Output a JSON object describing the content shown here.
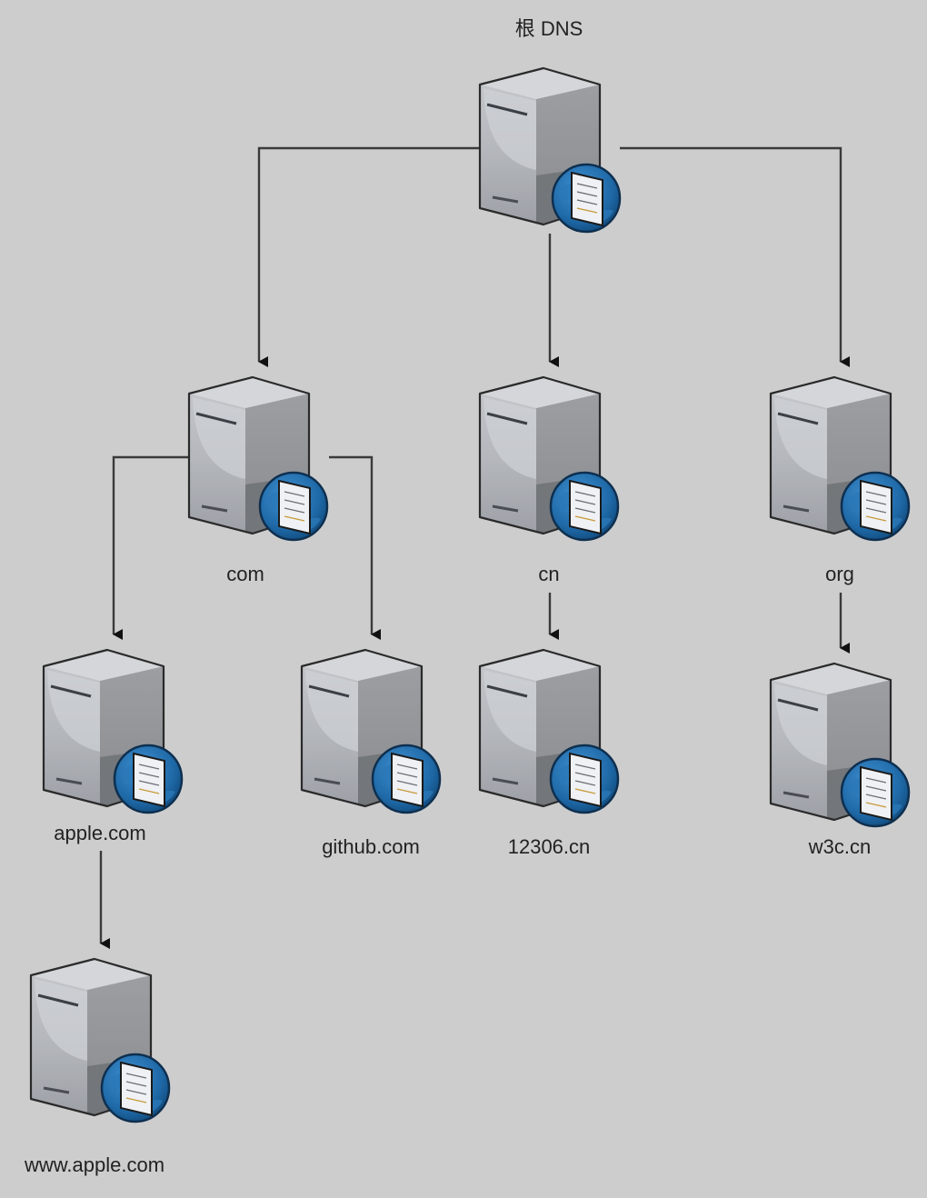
{
  "diagram": {
    "title": "DNS hierarchy",
    "colors": {
      "background": "#cdcdcd",
      "connector": "#3a3a3a",
      "server_light": "#b9bcc2",
      "server_face": "#a7aab0",
      "server_dark": "#5c5f63",
      "globe": "#1f6aa8",
      "document": "#eef0f4"
    },
    "nodes": [
      {
        "id": "root",
        "label": "根 DNS",
        "parent": null
      },
      {
        "id": "com",
        "label": "com",
        "parent": "root"
      },
      {
        "id": "cn",
        "label": "cn",
        "parent": "root"
      },
      {
        "id": "org",
        "label": "org",
        "parent": "root"
      },
      {
        "id": "apple",
        "label": "apple.com",
        "parent": "com"
      },
      {
        "id": "github",
        "label": "github.com",
        "parent": "com"
      },
      {
        "id": "n12306",
        "label": "12306.cn",
        "parent": "cn"
      },
      {
        "id": "w3c",
        "label": "w3c.cn",
        "parent": "org"
      },
      {
        "id": "www-apple",
        "label": "www.apple.com",
        "parent": "apple"
      }
    ],
    "edges": [
      {
        "from": "root",
        "to": "com"
      },
      {
        "from": "root",
        "to": "cn"
      },
      {
        "from": "root",
        "to": "org"
      },
      {
        "from": "com",
        "to": "apple"
      },
      {
        "from": "com",
        "to": "github"
      },
      {
        "from": "cn",
        "to": "n12306"
      },
      {
        "from": "org",
        "to": "w3c"
      },
      {
        "from": "apple",
        "to": "www-apple"
      }
    ],
    "icon": "dns-server-icon"
  }
}
